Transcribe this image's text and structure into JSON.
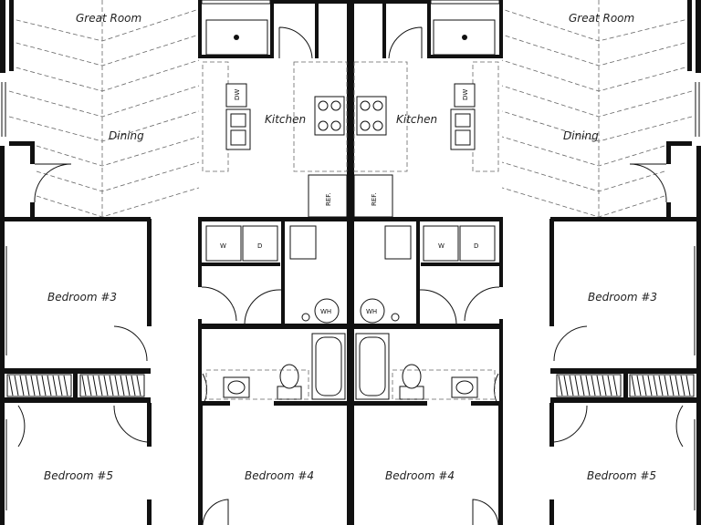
{
  "rooms": {
    "great_room_left": "Great Room",
    "great_room_right": "Great Room",
    "dining_left": "Dining",
    "dining_right": "Dining",
    "kitchen_left": "Kitchen",
    "kitchen_right": "Kitchen",
    "bedroom3_left": "Bedroom #3",
    "bedroom3_right": "Bedroom #3",
    "bedroom4_left": "Bedroom #4",
    "bedroom4_right": "Bedroom #4",
    "bedroom5_left": "Bedroom #5",
    "bedroom5_right": "Bedroom #5"
  },
  "fixtures": {
    "dw": "DW",
    "ref": "REF.",
    "washer": "W",
    "dryer": "D",
    "water_heater": "WH"
  }
}
